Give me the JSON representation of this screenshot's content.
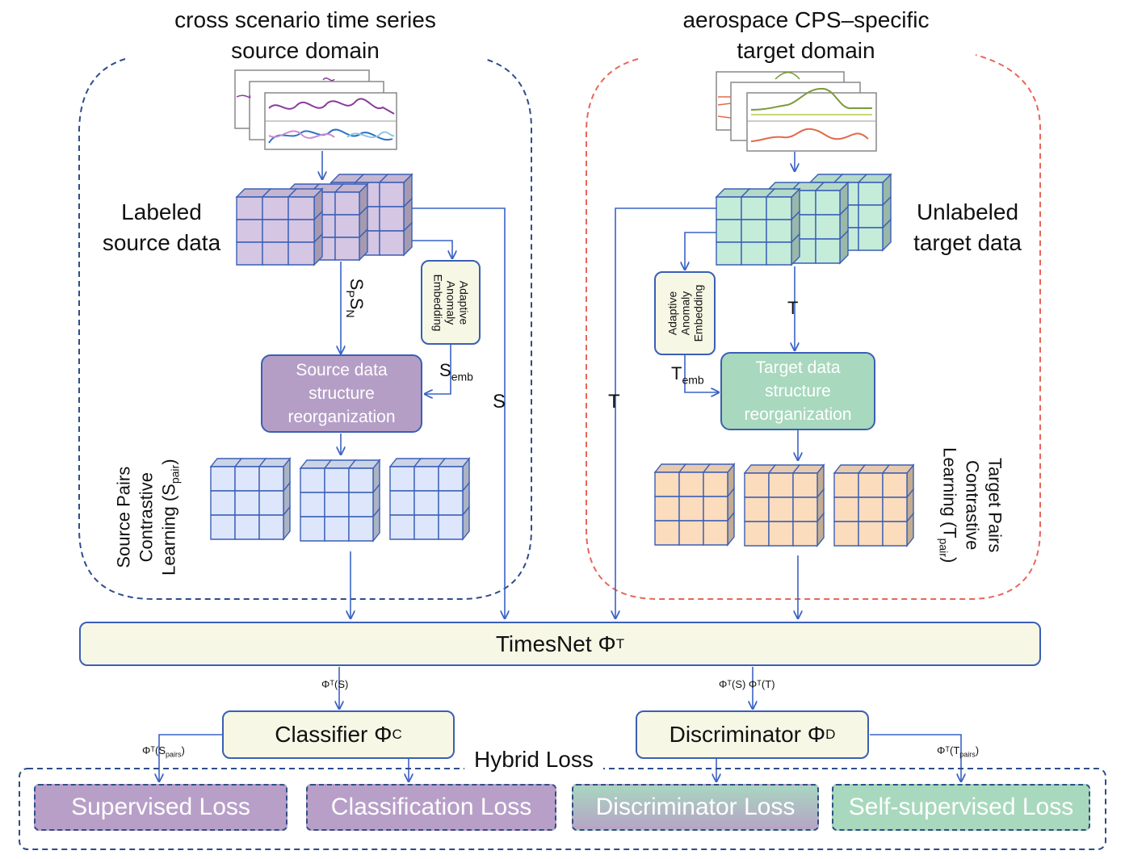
{
  "source_title": [
    "cross scenario time series",
    "source domain"
  ],
  "target_title": [
    "aerospace CPS–specific",
    "target domain"
  ],
  "labeled_source": [
    "Labeled",
    "source data"
  ],
  "unlabeled_target": [
    "Unlabeled",
    "target data"
  ],
  "adaptive_embedding": [
    "Adaptive",
    "Anomaly",
    "Embedding"
  ],
  "source_reorg": [
    "Source data",
    "structure",
    "reorganization"
  ],
  "target_reorg": [
    "Target data",
    "structure",
    "reorganization"
  ],
  "source_pairs": [
    "Source Pairs",
    "Contrastive",
    "Learning (S",
    "pair",
    ")"
  ],
  "target_pairs": [
    "Target Pairs",
    "Contrastive",
    "Learning (T",
    "pair",
    ")"
  ],
  "edges": {
    "sp_sn": {
      "s1": "S",
      "p": "P",
      "s2": "S",
      "n": "N"
    },
    "s_emb": {
      "base": "S",
      "sub": "emb"
    },
    "t_emb": {
      "base": "T",
      "sub": "emb"
    },
    "s": "S",
    "t_left": "T",
    "t_mid": "T"
  },
  "timesnet": {
    "base": "TimesNet Φ",
    "sup": "T"
  },
  "classifier": {
    "base": "Classifier Φ",
    "sup": "C"
  },
  "discriminator": {
    "base": "Discriminator Φ",
    "sup": "D"
  },
  "phi_s": "Φᵀ(S)",
  "phi_st": "Φᵀ(S) Φᵀ(T)",
  "phi_spairs": {
    "base": "Φᵀ(S",
    "sub": "pairs",
    "end": ")"
  },
  "phi_tpairs": {
    "base": "Φᵀ(T",
    "sub": "pairs",
    "end": ")"
  },
  "hybrid_loss": "Hybrid Loss",
  "losses": [
    "Supervised  Loss",
    "Classification Loss",
    "Discriminator Loss",
    "Self-supervised  Loss"
  ],
  "colors": {
    "source_cube": "#d5c6e3",
    "target_cube": "#c4ecd9",
    "pair_blue": "#dde6fb",
    "pair_orange": "#fbdcbd",
    "source_box": "#b59ec6",
    "target_box": "#a8d8bd",
    "line": "#3a63c4",
    "dash_blue": "#2c4e8a",
    "dash_red": "#e8665a"
  }
}
